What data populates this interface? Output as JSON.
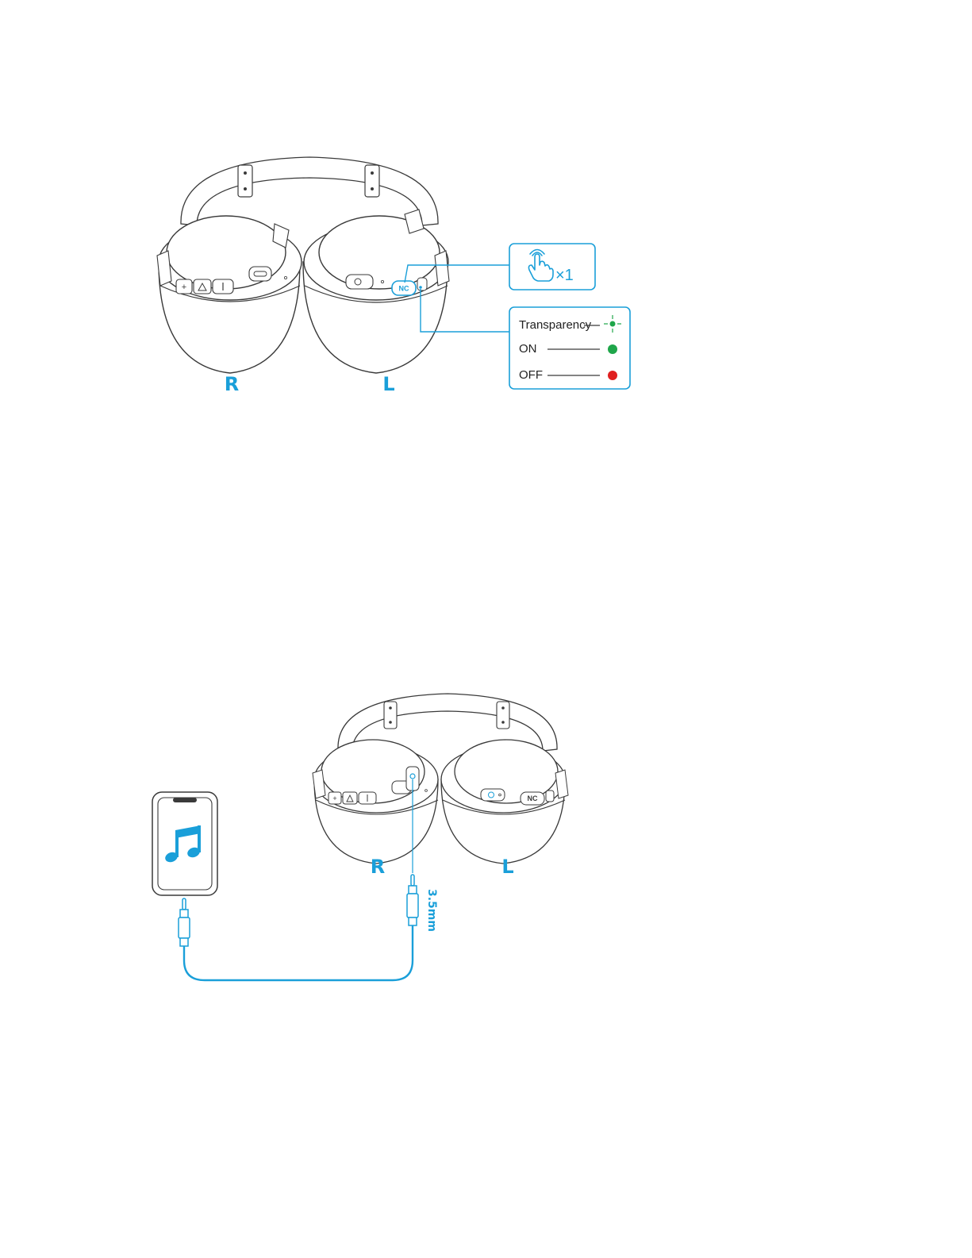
{
  "colors": {
    "accent": "#1a9fd9",
    "line": "#3a3a3a",
    "green": "#1fa64a",
    "red": "#e02020"
  },
  "diagram_top": {
    "label_right": "R",
    "label_left": "L",
    "nc_button_label": "NC",
    "tap_count": "×1",
    "modes": [
      {
        "label": "Transparency",
        "indicator": "green-blink"
      },
      {
        "label": "ON",
        "indicator": "green"
      },
      {
        "label": "OFF",
        "indicator": "red"
      }
    ]
  },
  "diagram_bottom": {
    "label_right": "R",
    "label_left": "L",
    "nc_button_label": "NC",
    "cable_size": "3.5mm",
    "phone_icon": "music-note-icon"
  }
}
